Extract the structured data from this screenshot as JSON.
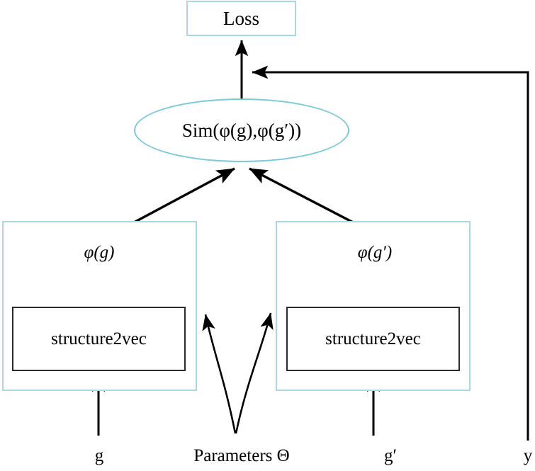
{
  "figure": {
    "type": "flow-diagram",
    "title": "Siamese structure2vec similarity training architecture",
    "colors": {
      "cyan_border": "#a9d8e4",
      "ellipse_border": "#79c9db",
      "black_border": "#2b2b2b",
      "arrow": "#000000",
      "background": "#ffffff"
    }
  },
  "nodes": {
    "loss": {
      "label": "Loss",
      "shape": "rectangle",
      "border_color": "#a9d8e4"
    },
    "similarity": {
      "label": "Sim(φ(g),φ(g′))",
      "shape": "ellipse",
      "border_color": "#79c9db"
    },
    "left_branch": {
      "embedding_label": "φ(g)",
      "encoder_label": "structure2vec",
      "input_label": "g"
    },
    "right_branch": {
      "embedding_label": "φ(g′)",
      "encoder_label": "structure2vec",
      "input_label": "g′"
    },
    "parameters": {
      "label": "Parameters Θ"
    },
    "supervision": {
      "label": "y"
    }
  },
  "edges": [
    {
      "from": "similarity",
      "to": "loss",
      "style": "straight-arrow"
    },
    {
      "from": "left_embedding",
      "to": "similarity",
      "style": "diagonal-arrow"
    },
    {
      "from": "right_embedding",
      "to": "similarity",
      "style": "diagonal-arrow"
    },
    {
      "from": "g",
      "to": "left_structure2vec",
      "style": "straight-arrow"
    },
    {
      "from": "g_prime",
      "to": "right_structure2vec",
      "style": "straight-arrow"
    },
    {
      "from": "parameters",
      "to": "left_branch",
      "style": "curved-arrow"
    },
    {
      "from": "parameters",
      "to": "right_branch",
      "style": "curved-arrow"
    },
    {
      "from": "y",
      "to": "loss",
      "style": "elbow-arrow"
    }
  ]
}
